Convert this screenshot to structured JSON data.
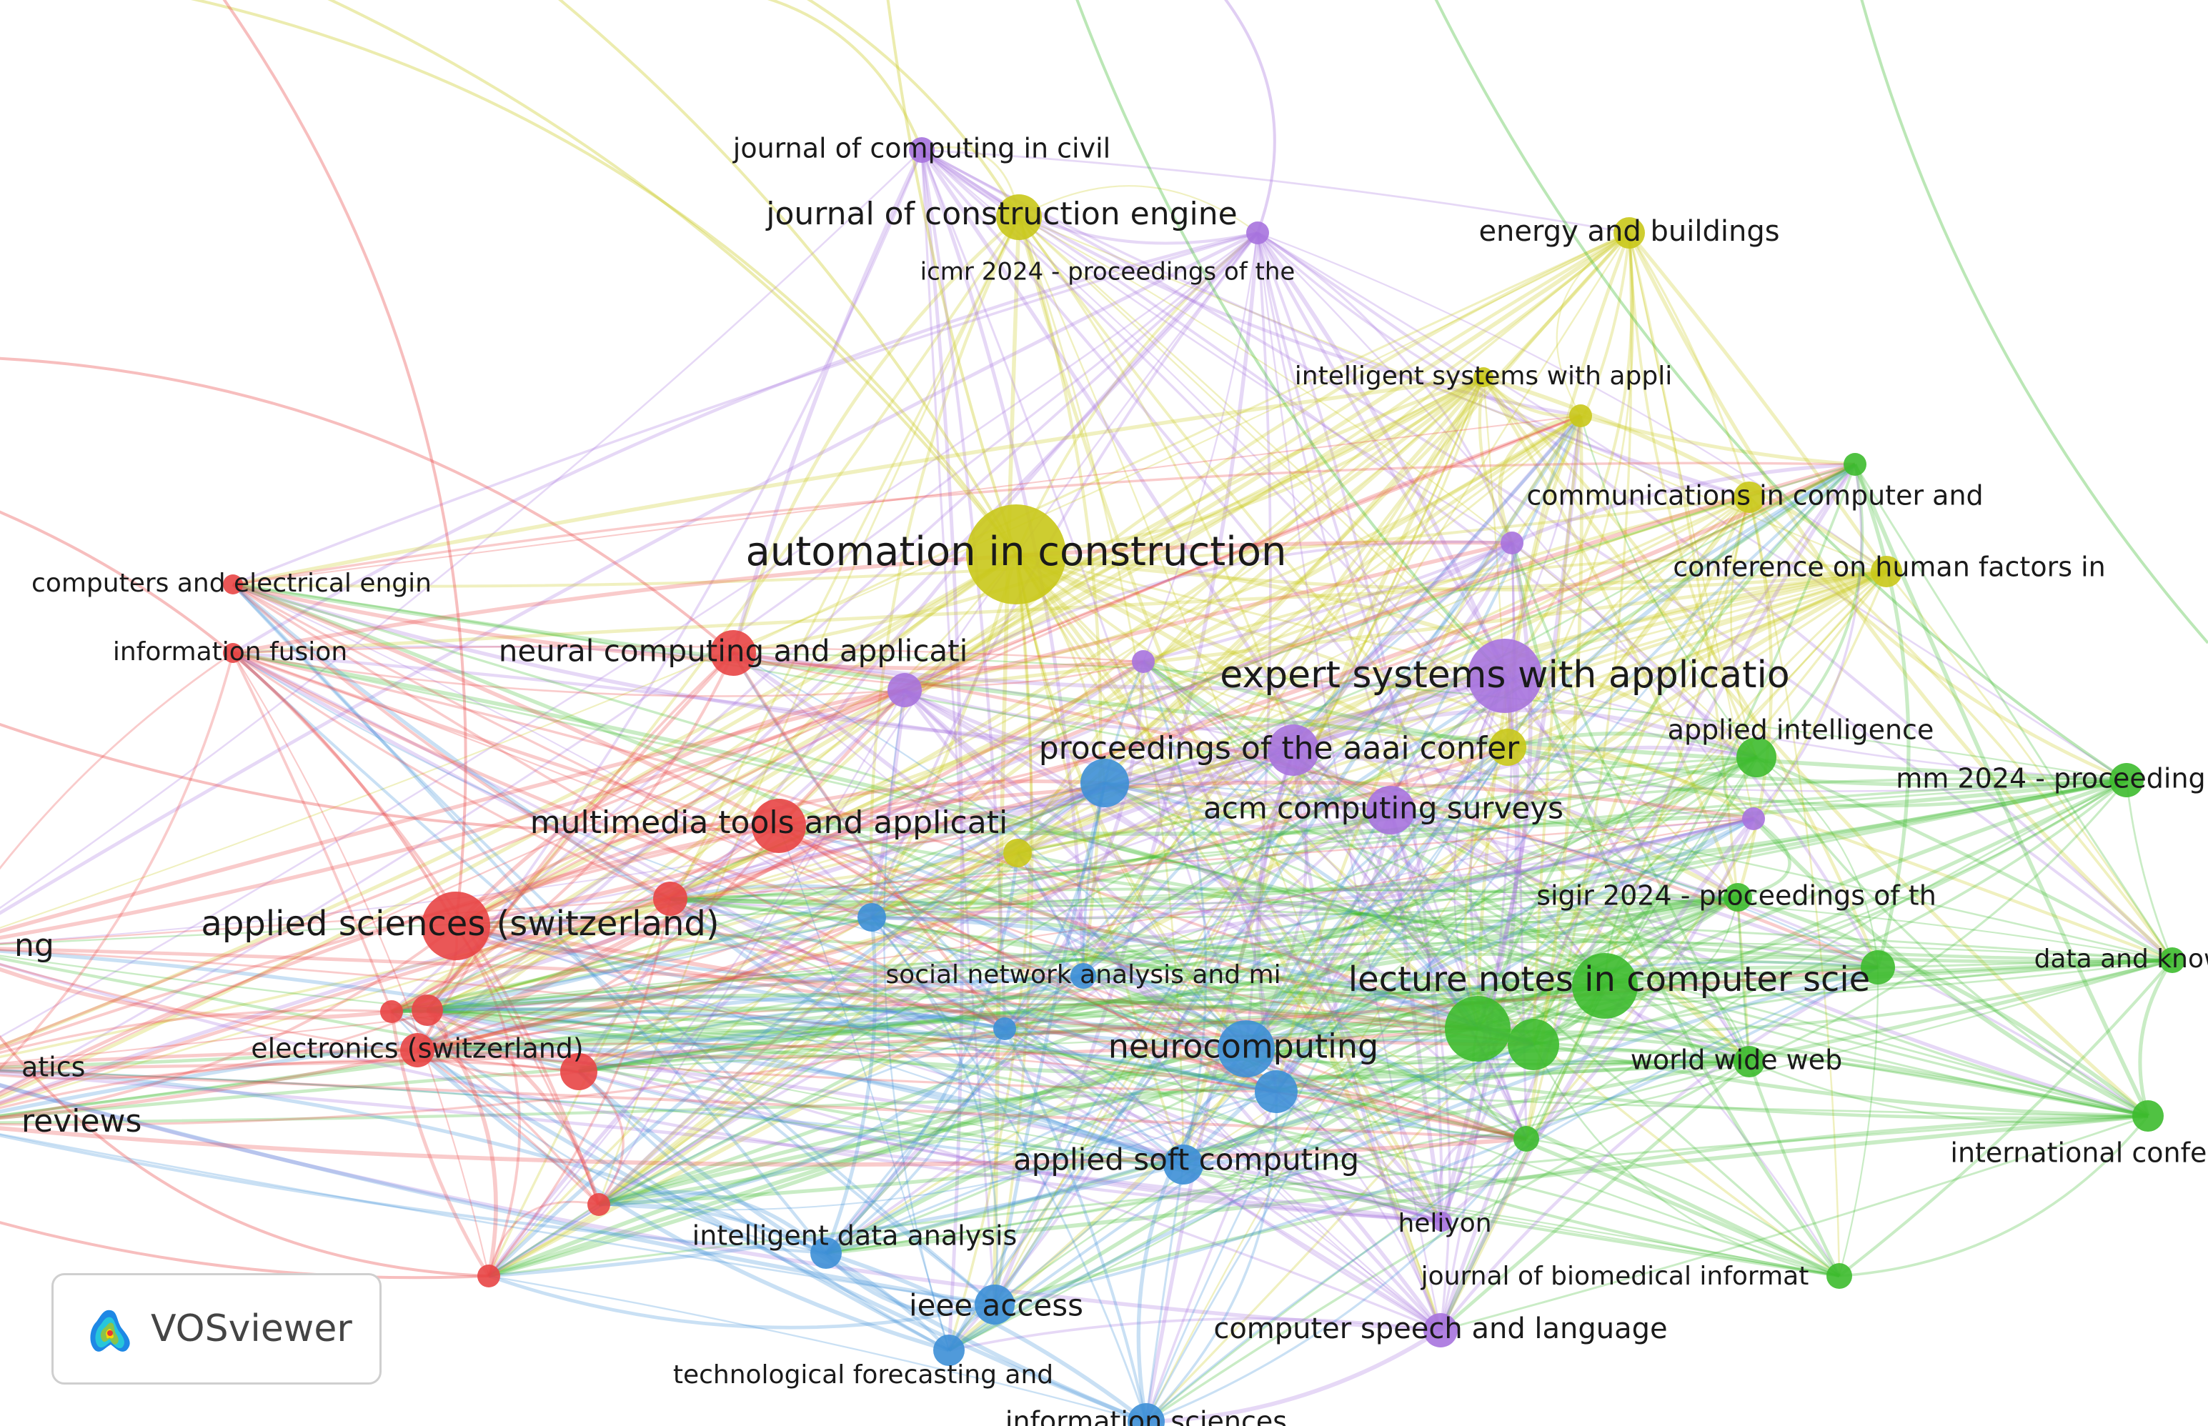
{
  "app": {
    "logo_text": "VOSviewer"
  },
  "colors": {
    "red": "#e84545",
    "green": "#3dbb2e",
    "blue": "#3d8fd6",
    "yellow": "#c9c81a",
    "purple": "#a773de"
  },
  "nodes": [
    {
      "id": "automation",
      "label": "automation in construction",
      "cluster": "yellow"
    },
    {
      "id": "jconstr",
      "label": "journal of construction engine",
      "cluster": "yellow"
    },
    {
      "id": "jcivil",
      "label": "journal of computing in civil",
      "cluster": "purple"
    },
    {
      "id": "icmr",
      "label": "icmr 2024 - proceedings of the",
      "cluster": "purple"
    },
    {
      "id": "energy",
      "label": "energy and buildings",
      "cluster": "yellow"
    },
    {
      "id": "intsys",
      "label": "intelligent systems with appli",
      "cluster": "yellow"
    },
    {
      "id": "comms",
      "label": "communications in computer and",
      "cluster": "yellow"
    },
    {
      "id": "humanfactors",
      "label": "conference on human factors in",
      "cluster": "yellow"
    },
    {
      "id": "expert",
      "label": "expert systems with applicatio",
      "cluster": "purple"
    },
    {
      "id": "aaai",
      "label": "proceedings of the aaai confer",
      "cluster": "purple"
    },
    {
      "id": "acm",
      "label": "acm computing surveys",
      "cluster": "purple"
    },
    {
      "id": "appliedintel",
      "label": "applied intelligence",
      "cluster": "green"
    },
    {
      "id": "mm2024",
      "label": "mm 2024 - proceeding",
      "cluster": "green"
    },
    {
      "id": "sigir",
      "label": "sigir 2024 - proceedings of th",
      "cluster": "green"
    },
    {
      "id": "dataknow",
      "label": "data and know",
      "cluster": "green"
    },
    {
      "id": "lncs",
      "label": "lecture notes in computer scie",
      "cluster": "green"
    },
    {
      "id": "www",
      "label": "world wide web",
      "cluster": "green"
    },
    {
      "id": "intconf",
      "label": "international conferen",
      "cluster": "green"
    },
    {
      "id": "heliyon",
      "label": "heliyon",
      "cluster": "purple"
    },
    {
      "id": "jbiomed",
      "label": "journal of biomedical informat",
      "cluster": "green"
    },
    {
      "id": "speech",
      "label": "computer speech and language",
      "cluster": "purple"
    },
    {
      "id": "neurocomp",
      "label": "neurocomputing",
      "cluster": "blue"
    },
    {
      "id": "appliedsoft",
      "label": "applied soft computing",
      "cluster": "blue"
    },
    {
      "id": "socialnet",
      "label": "social network analysis and mi",
      "cluster": "blue"
    },
    {
      "id": "intdata",
      "label": "intelligent data analysis",
      "cluster": "blue"
    },
    {
      "id": "ieee",
      "label": "ieee access",
      "cluster": "blue"
    },
    {
      "id": "techforecast",
      "label": "technological forecasting and",
      "cluster": "blue"
    },
    {
      "id": "infosci",
      "label": "information sciences",
      "cluster": "blue"
    },
    {
      "id": "neuralcomp",
      "label": "neural computing and applicati",
      "cluster": "red"
    },
    {
      "id": "multimedia",
      "label": "multimedia tools and applicati",
      "cluster": "red"
    },
    {
      "id": "appliedsci",
      "label": "applied sciences (switzerland)",
      "cluster": "red"
    },
    {
      "id": "electronics",
      "label": "electronics (switzerland)",
      "cluster": "red"
    },
    {
      "id": "compelec",
      "label": "computers and electrical engin",
      "cluster": "red"
    },
    {
      "id": "infofusion",
      "label": "information fusion",
      "cluster": "red"
    },
    {
      "id": "left_ng",
      "label": "ng",
      "cluster": "red"
    },
    {
      "id": "left_atics",
      "label": "atics",
      "cluster": "red"
    },
    {
      "id": "left_reviews",
      "label": "reviews",
      "cluster": "red"
    }
  ]
}
